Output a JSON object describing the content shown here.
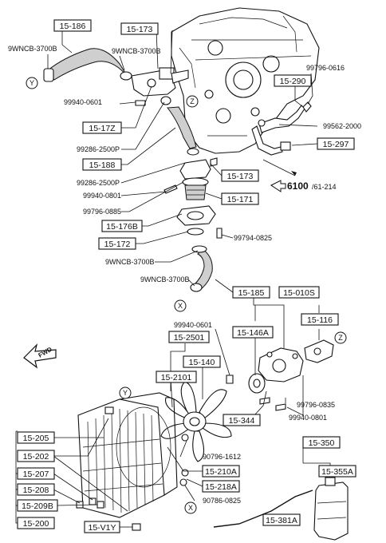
{
  "boxed_labels": {
    "b1": "15-186",
    "b2": "15-173",
    "b3": "15-290",
    "b4": "15-17Z",
    "b5": "15-297",
    "b6": "15-188",
    "b7": "15-173",
    "b8": "15-171",
    "b9": "15-176B",
    "b10": "15-172",
    "b11": "15-185",
    "b12": "15-010S",
    "b13": "15-146A",
    "b14": "15-116",
    "b15": "15-2501",
    "b16": "15-140",
    "b17": "15-2101",
    "b18": "15-344",
    "b19": "15-205",
    "b20": "15-202",
    "b21": "15-207",
    "b22": "15-208",
    "b23": "15-209B",
    "b24": "15-200",
    "b25": "15-V1Y",
    "b26": "15-210A",
    "b27": "15-218A",
    "b28": "15-350",
    "b29": "15-355A",
    "b30": "15-381A"
  },
  "part_numbers": {
    "p1": "9WNCB-3700B",
    "p2": "9WNCB-3700B",
    "p3": "99796-0616",
    "p4": "99940-0601",
    "p5": "99562-2000",
    "p6": "99286-2500P",
    "p7": "99286-2500P",
    "p8": "99940-0801",
    "p9": "99796-0885",
    "p10": "99794-0825",
    "p11": "9WNCB-3700B",
    "p12": "9WNCB-3700B",
    "p13": "99940-0601",
    "p14": "99796-0835",
    "p15": "99940-0801",
    "p16": "90796-1612",
    "p17": "90786-0825"
  },
  "reference": {
    "page": "6100",
    "suffix": "/61-214"
  },
  "callouts": {
    "c1": "Y",
    "c2": "Z",
    "c3": "X",
    "c4": "Z",
    "c5": "Y",
    "c6": "X"
  },
  "fwd_label": "FWD"
}
